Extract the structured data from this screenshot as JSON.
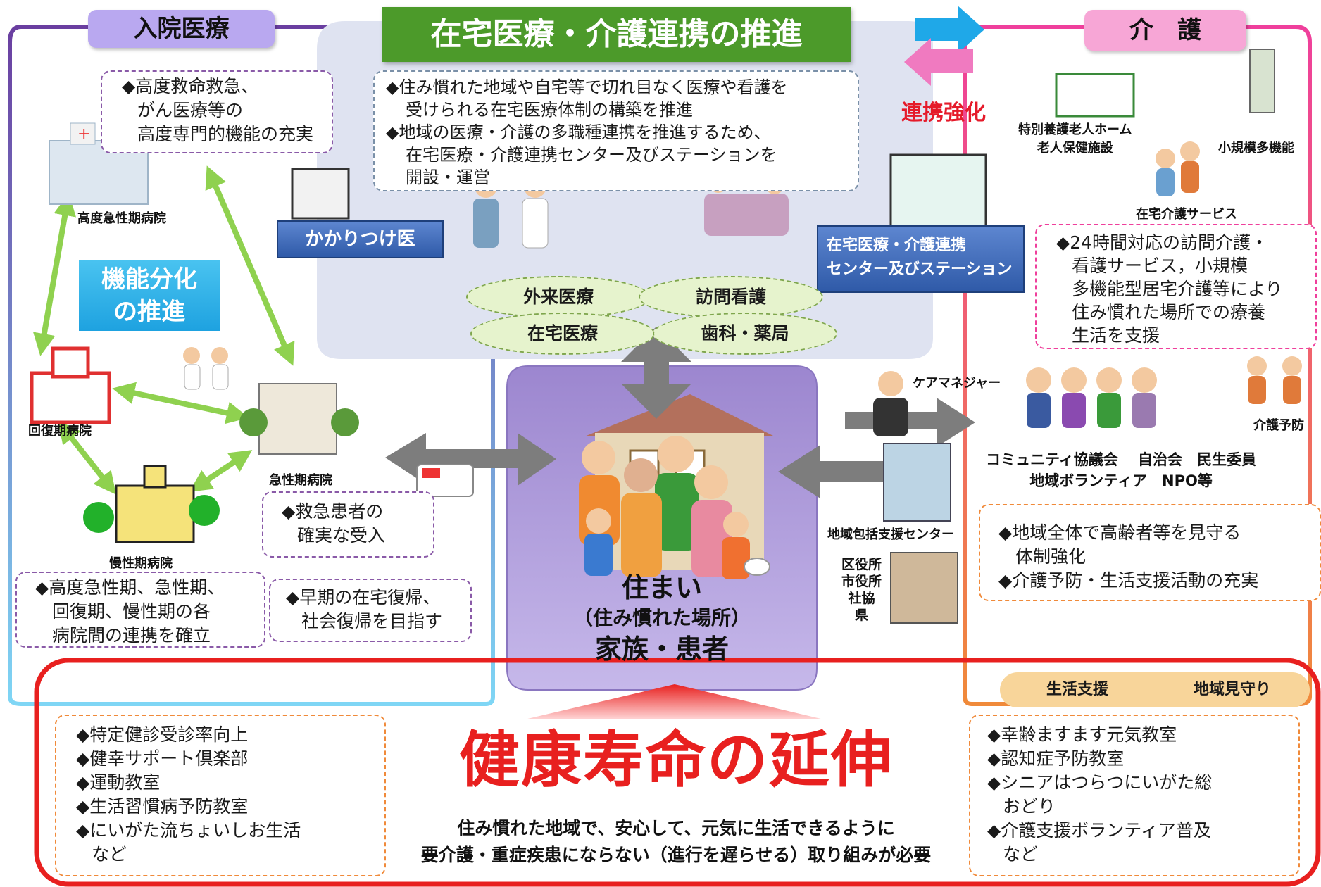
{
  "colors": {
    "inpatient_frame": "#6a3ea0",
    "inpatient_tab": "#b9a8f0",
    "care_frame": "#ef3f9c",
    "care_tab": "#f7a6d6",
    "home_region": "#dfe3f1",
    "banner_green": "#4c9a2a",
    "health_red": "#e8201f",
    "arrow_green": "#8fd14f",
    "arrow_gray": "#7d7d7d",
    "renkei_red": "#e51a2a"
  },
  "inpatient": {
    "tab": "入院医療",
    "note_top": [
      "◆高度救命救急、",
      "がん医療等の",
      "高度専門的機能の充実"
    ],
    "hospital_advanced": "高度急性期病院",
    "function_split": [
      "機能分化",
      "の推進"
    ],
    "hospital_recovery": "回復期病院",
    "hospital_acute": "急性期病院",
    "hospital_chronic": "慢性期病院",
    "note_emergency": [
      "◆救急患者の",
      "確実な受入"
    ],
    "note_coordination": [
      "◆高度急性期、急性期、",
      "回復期、慢性期の各",
      "病院間の連携を確立"
    ],
    "note_return": [
      "◆早期の在宅復帰、",
      "社会復帰を目指す"
    ]
  },
  "home_care": {
    "banner": "在宅医療・介護連携の推進",
    "note": [
      "◆住み慣れた地域や自宅等で切れ目なく医療や看護を",
      "受けられる在宅医療体制の構築を推進",
      "◆地域の医療・介護の多職種連携を推進するため、",
      "在宅医療・介護連携センター及びステーションを",
      "開設・運営"
    ],
    "family_doctor": "かかりつけ医",
    "center": [
      "在宅医療・介護連携",
      "センター及びステーション"
    ],
    "ovals": [
      "外来医療",
      "訪問看護",
      "在宅医療",
      "歯科・薬局"
    ]
  },
  "center": {
    "line1": "住まい",
    "line2": "（住み慣れた場所）",
    "line3": "家族・患者"
  },
  "renkei": "連携強化",
  "care": {
    "tab": "介　護",
    "facility": [
      "特別養護老人ホーム",
      "老人保健施設"
    ],
    "small_multi": "小規模多機能",
    "home_service": "在宅介護サービス",
    "note_24h": [
      "◆24時間対応の訪問介護・",
      "看護サービス，小規模",
      "多機能型居宅介護等により",
      "住み慣れた場所での療養",
      "生活を支援"
    ],
    "prevention": "介護予防",
    "care_manager": "ケアマネジャー",
    "community": [
      "コミュニティ協議会　 自治会　民生委員",
      "地域ボランティア　NPO等"
    ],
    "support_center": "地域包括支援センター",
    "offices": [
      "区役所",
      "市役所",
      "社協",
      "県"
    ],
    "note_watch": [
      "◆地域全体で高齢者等を見守る",
      "体制強化",
      "◆介護予防・生活支援活動の充実"
    ],
    "pill_left": "生活支援",
    "pill_right": "地域見守り"
  },
  "health": {
    "title": "健康寿命の延伸",
    "sub1": "住み慣れた地域で、安心して、元気に生活できるように",
    "sub2": "要介護・重症疾患にならない（進行を遅らせる）取り組みが必要",
    "left_list": [
      "◆特定健診受診率向上",
      "◆健幸サポート倶楽部",
      "◆運動教室",
      "◆生活習慣病予防教室",
      "◆にいがた流ちょいしお生活",
      "など"
    ],
    "right_list": [
      "◆幸齢ますます元気教室",
      "◆認知症予防教室",
      "◆シニアはつらつにいがた総",
      "おどり",
      "◆介護支援ボランティア普及",
      "など"
    ]
  }
}
